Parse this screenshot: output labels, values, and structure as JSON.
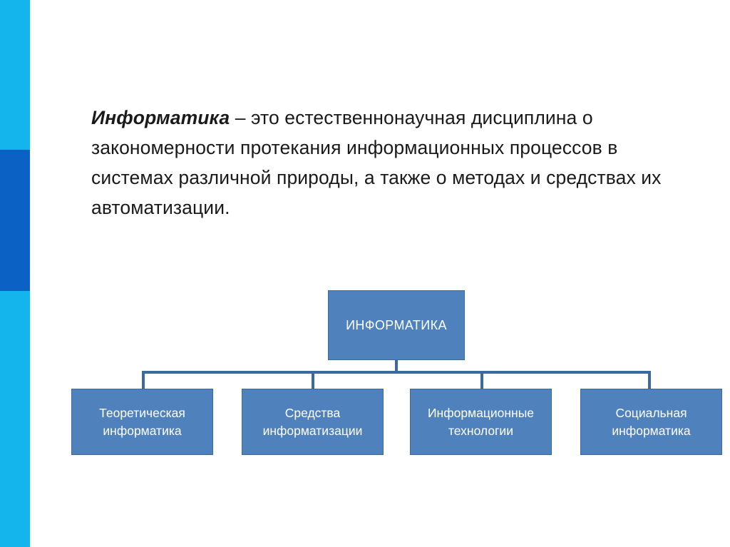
{
  "slide": {
    "background_color": "#ffffff",
    "sidebar": {
      "bands": [
        {
          "name": "top",
          "color": "#13B5EC"
        },
        {
          "name": "middle",
          "color": "#0B62C4"
        },
        {
          "name": "bottom",
          "color": "#13B5EC"
        }
      ]
    },
    "definition": {
      "term": "Информатика",
      "rest": " – это естественнонаучная дисциплина о закономерности протекания информационных процессов в системах различной природы, а также о методах и средствах их автоматизации.",
      "text_color": "#1a1a1a"
    },
    "diagram": {
      "type": "org-chart",
      "node_fill": "#4F81BD",
      "node_border": "#3A6A9E",
      "connector_color": "#3A6A9E",
      "node_text_color": "#ffffff",
      "root": {
        "label": "ИНФОРМАТИКА"
      },
      "children": [
        {
          "label": "Теоретическая информатика"
        },
        {
          "label": "Средства информатизации"
        },
        {
          "label": "Информационные технологии"
        },
        {
          "label": "Социальная информатика"
        }
      ]
    }
  }
}
